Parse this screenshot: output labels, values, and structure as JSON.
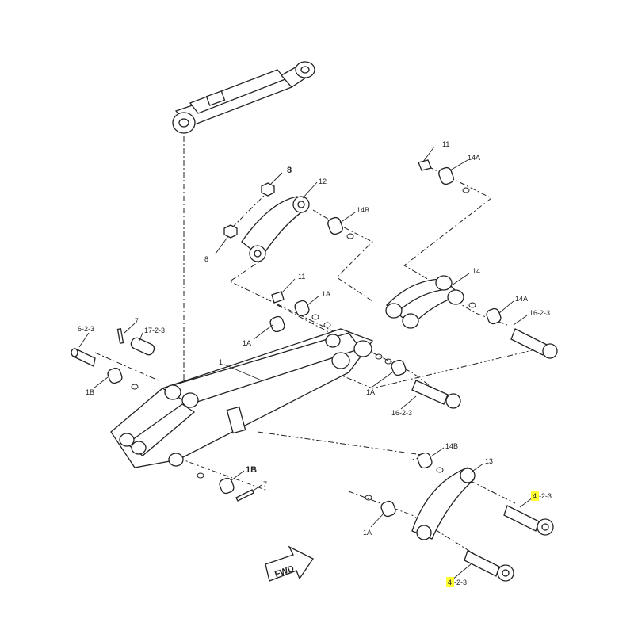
{
  "labels": {
    "l_8_top": "8",
    "l_12": "12",
    "l_14b_top": "14B",
    "l_8_left": "8",
    "l_11_top": "11",
    "l_14a_top": "14A",
    "l_11_mid": "11",
    "l_1a_mid": "1A",
    "l_1a_left": "1A",
    "l_1": "1",
    "l_14": "14",
    "l_14a_right": "14A",
    "l_16_23_right": "16-2-3",
    "l_7_top": "7",
    "l_17_23": "17-2-3",
    "l_6_23": "6-2-3",
    "l_1b_left": "1B",
    "l_1a_center": "1A",
    "l_16_23_center": "16-2-3",
    "l_14b_bottom": "14B",
    "l_13": "13",
    "l_1b_bottom": "1B",
    "l_7_bottom": "7",
    "l_1a_bottom": "1A",
    "l_fwd": "FWD"
  },
  "callouts": {
    "upper_num": "4",
    "upper_suffix": "-2-3",
    "lower_num": "4",
    "lower_suffix": "-2-3",
    "highlight_color": "#ffff33"
  }
}
